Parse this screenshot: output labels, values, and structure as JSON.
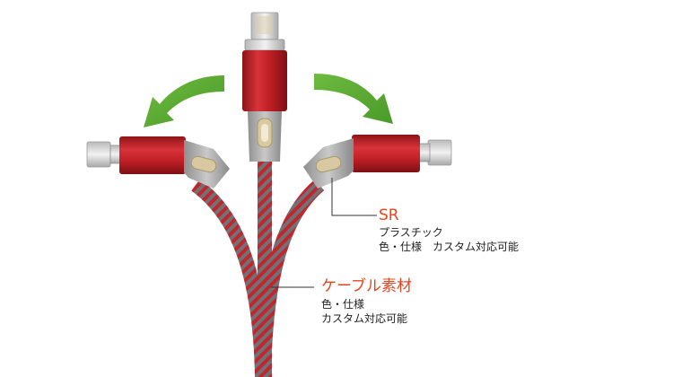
{
  "callouts": {
    "sr": {
      "title": "SR",
      "lines": [
        "プラスチック",
        "色・仕様　カスタム対応可能"
      ]
    },
    "cable": {
      "title": "ケーブル素材",
      "lines": [
        "色・仕様",
        "カスタム対応可能"
      ]
    }
  },
  "colors": {
    "red": "#c8232a",
    "arrow_green": "#5aa632",
    "accent_text": "#e8441c"
  }
}
